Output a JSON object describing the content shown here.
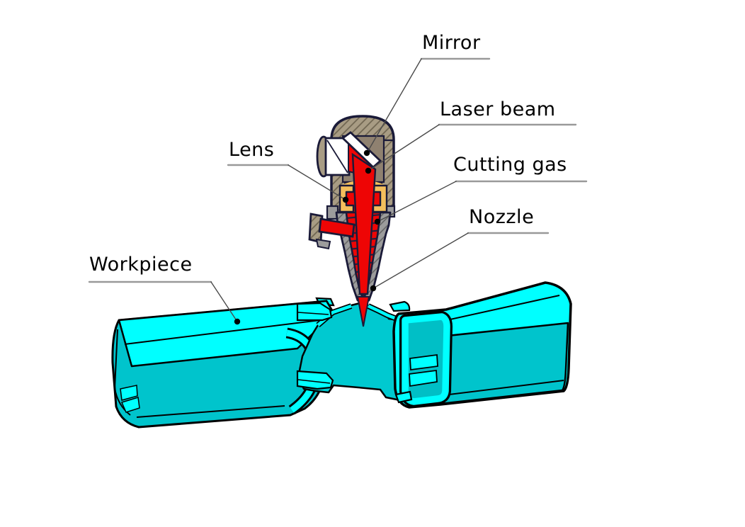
{
  "labels": {
    "mirror": "Mirror",
    "laser_beam": "Laser beam",
    "lens": "Lens",
    "cutting_gas": "Cutting gas",
    "nozzle": "Nozzle",
    "workpiece": "Workpiece"
  },
  "colors": {
    "workpiece_top": "#00FFFF",
    "workpiece_side": "#00C4CC",
    "workpiece_cut_face": "#00C9D0",
    "workpiece_ring_interior": "#00BFC6",
    "head_housing_tan": "#A89C84",
    "head_cavity": "#8F8170",
    "lens_mount_yellow": "#F4BF5C",
    "nozzle_gray": "#9C9C9C",
    "laser_red": "#EE0505",
    "mirror_white": "#FFFFFF",
    "outline_navy": "#1A1A38",
    "outline_black": "#000000",
    "label_underline": "#999999",
    "leader_line": "#4A4A4A",
    "label_text": "#000000",
    "background": "#FFFFFF"
  }
}
